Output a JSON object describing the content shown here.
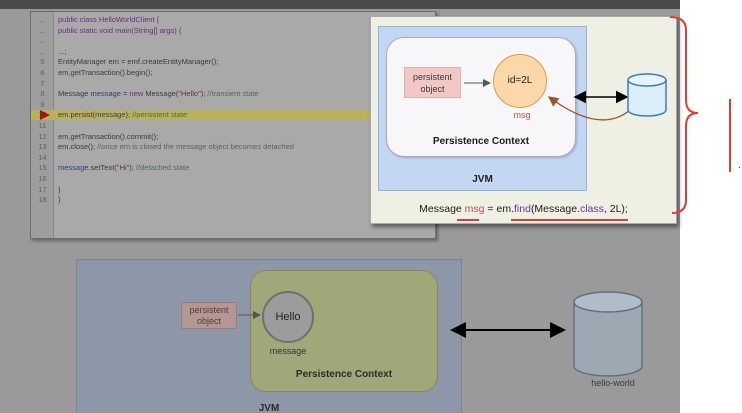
{
  "code": {
    "lines": [
      {
        "n": "...",
        "parts": [
          {
            "t": "public class HelloWorldClient {",
            "c": "kw"
          }
        ]
      },
      {
        "n": "...",
        "parts": [
          {
            "t": "    public static void main(String[] args) {",
            "c": "kw"
          }
        ]
      },
      {
        "n": "...",
        "parts": [
          {
            "t": "",
            "c": ""
          }
        ]
      },
      {
        "n": "...",
        "parts": [
          {
            "t": "        ...;",
            "c": ""
          }
        ]
      },
      {
        "n": "5",
        "parts": [
          {
            "t": "        EntityManager em = emf.createEntityManager();",
            "c": ""
          }
        ]
      },
      {
        "n": "6",
        "parts": [
          {
            "t": "        em.getTransaction().begin();",
            "c": ""
          }
        ]
      },
      {
        "n": "7",
        "parts": [
          {
            "t": "",
            "c": ""
          }
        ]
      },
      {
        "n": "8",
        "parts": [
          {
            "t": "        Message ",
            "c": ""
          },
          {
            "t": "message",
            "c": "fn"
          },
          {
            "t": " = ",
            "c": ""
          },
          {
            "t": "new",
            "c": "kw"
          },
          {
            "t": " Message(",
            "c": ""
          },
          {
            "t": "\"Hello\"",
            "c": "str"
          },
          {
            "t": "); ",
            "c": ""
          },
          {
            "t": "//transient state",
            "c": "cmt"
          }
        ]
      },
      {
        "n": "9",
        "parts": [
          {
            "t": "",
            "c": ""
          }
        ]
      },
      {
        "n": "10",
        "parts": [
          {
            "t": "        em.persist(",
            "c": ""
          },
          {
            "t": "message",
            "c": "fn"
          },
          {
            "t": "); ",
            "c": ""
          },
          {
            "t": "//persistent state",
            "c": "cmt"
          }
        ]
      },
      {
        "n": "11",
        "parts": [
          {
            "t": "",
            "c": ""
          }
        ]
      },
      {
        "n": "12",
        "parts": [
          {
            "t": "        em.getTransaction().commit();",
            "c": ""
          }
        ]
      },
      {
        "n": "13",
        "parts": [
          {
            "t": "        em.close(); ",
            "c": ""
          },
          {
            "t": "//once em is closed the message object becomes detached",
            "c": "cmt"
          }
        ]
      },
      {
        "n": "14",
        "parts": [
          {
            "t": "",
            "c": ""
          }
        ]
      },
      {
        "n": "15",
        "parts": [
          {
            "t": "        ",
            "c": ""
          },
          {
            "t": "message",
            "c": "fn"
          },
          {
            "t": ".setText(",
            "c": ""
          },
          {
            "t": "\"Hi\"",
            "c": "str"
          },
          {
            "t": "); ",
            "c": ""
          },
          {
            "t": "//detached state",
            "c": "cmt"
          }
        ]
      },
      {
        "n": "16",
        "parts": [
          {
            "t": "",
            "c": ""
          }
        ]
      },
      {
        "n": "17",
        "parts": [
          {
            "t": "    }",
            "c": ""
          }
        ]
      },
      {
        "n": "18",
        "parts": [
          {
            "t": "}",
            "c": ""
          }
        ]
      }
    ],
    "highlight_line": "10"
  },
  "bottom_diagram": {
    "jvm_label": "JVM",
    "persistence_context_label": "Persistence Context",
    "persistent_object_label": "persistent object",
    "entity_text": "Hello",
    "entity_caption": "message",
    "database_label": "hello-world"
  },
  "popup": {
    "jvm_label": "JVM",
    "persistence_context_label": "Persistence Context",
    "persistent_object_label": "persistent object",
    "entity_text": "id=2L",
    "entity_caption": "msg",
    "find_statement": {
      "type": "Message",
      "var": "msg",
      "eq": " = em.",
      "method": "find",
      "open": "(Message.",
      "class_kw": "class",
      "close": ", 2L);"
    }
  },
  "colors": {
    "accent_red": "#e03c31",
    "pc_border": "#b6a3cc",
    "jvm_fill": "#c3d6f2",
    "entity_fill": "#fcd7a9",
    "cylinder_fill": "#ddeefb",
    "cylinder_stroke": "#3a7cc4",
    "arrow_brown": "#a0522d"
  }
}
